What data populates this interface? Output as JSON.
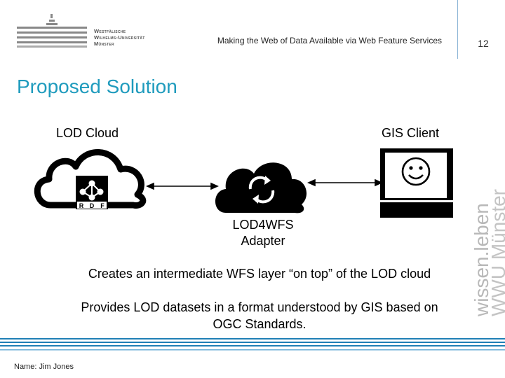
{
  "logo": {
    "line1": "Westfälische",
    "line2": "Wilhelms-Universität",
    "line3": "Münster"
  },
  "header": {
    "title": "Making the Web of Data Available via Web Feature Services",
    "page_number": "12"
  },
  "slide": {
    "title": "Proposed Solution",
    "lod_label": "LOD Cloud",
    "gis_label": "GIS Client",
    "adapter_line1": "LOD4WFS",
    "adapter_line2": "Adapter",
    "rdf_letters": [
      "R",
      "D",
      "F"
    ],
    "bullet1": "Creates an intermediate WFS layer “on top” of the LOD cloud",
    "bullet2_line1": "Provides LOD datasets in a format understood by GIS based on",
    "bullet2_line2": "OGC Standards."
  },
  "side_brand": {
    "line1": "wissen.leben",
    "line2": "WWU Münster"
  },
  "footer": {
    "name": "Name: Jim Jones"
  },
  "colors": {
    "accent": "#1f9bbd",
    "footer_line": "#1f7fb5",
    "side_text": "#b8b8b8"
  }
}
